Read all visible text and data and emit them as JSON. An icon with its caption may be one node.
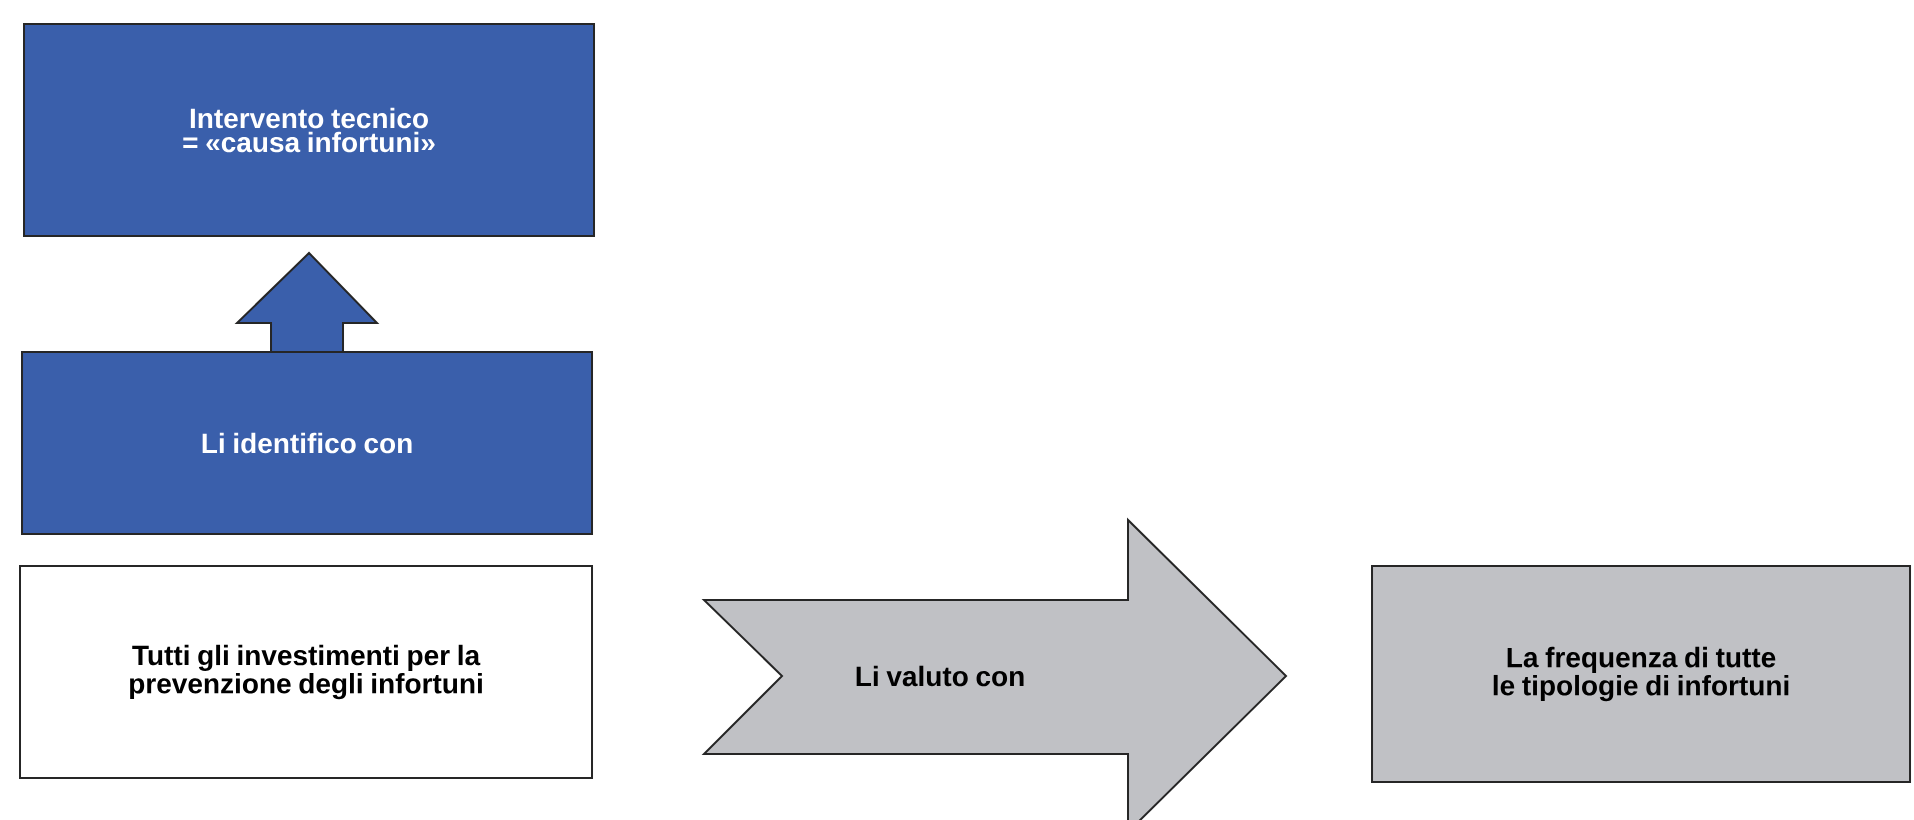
{
  "diagram": {
    "nodes": [
      {
        "text": [
          "Intervento tecnico = «causa infortuni»"
        ]
      },
      {
        "text": [
          "Li identifico con"
        ]
      },
      {
        "text": [
          "Tutti gli investimenti per la prevenzione degli infortuni"
        ]
      },
      {
        "text": [
          "Li valuto con"
        ]
      },
      {
        "text": [
          "La frequenza di tutte le tipologie di infortuni"
        ]
      }
    ],
    "edges": [
      {
        "from": 1,
        "to": 0,
        "arrow": "to"
      }
    ]
  }
}
